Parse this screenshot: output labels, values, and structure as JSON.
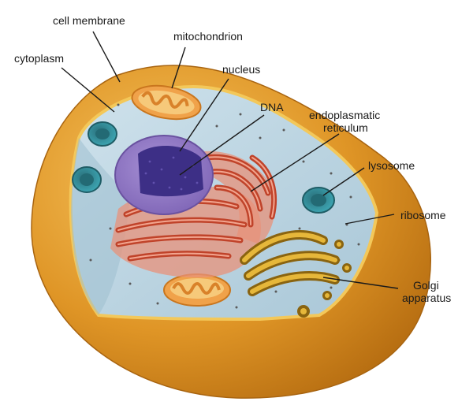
{
  "diagram": {
    "labels": {
      "cell_membrane": "cell membrane",
      "mitochondrion": "mitochondrion",
      "cytoplasm": "cytoplasm",
      "nucleus": "nucleus",
      "dna": "DNA",
      "er_line1": "endoplasmatic",
      "er_line2": "reticulum",
      "lysosome": "lysosome",
      "ribosome": "ribosome",
      "golgi_line1": "Golgi",
      "golgi_line2": "apparatus"
    },
    "colors": {
      "membrane_outer": "#d98c1e",
      "membrane_rim": "#f0c04a",
      "cytoplasm": "#b9d4e2",
      "nucleus": "#9a7fc8",
      "dna": "#4b3a9a",
      "er": "#d65a3a",
      "er_light": "#e8917a",
      "mitochondrion": "#f0a24a",
      "lysosome": "#2f8a96",
      "golgi": "#b58a1e",
      "ribosome": "#5a5a5a"
    }
  }
}
